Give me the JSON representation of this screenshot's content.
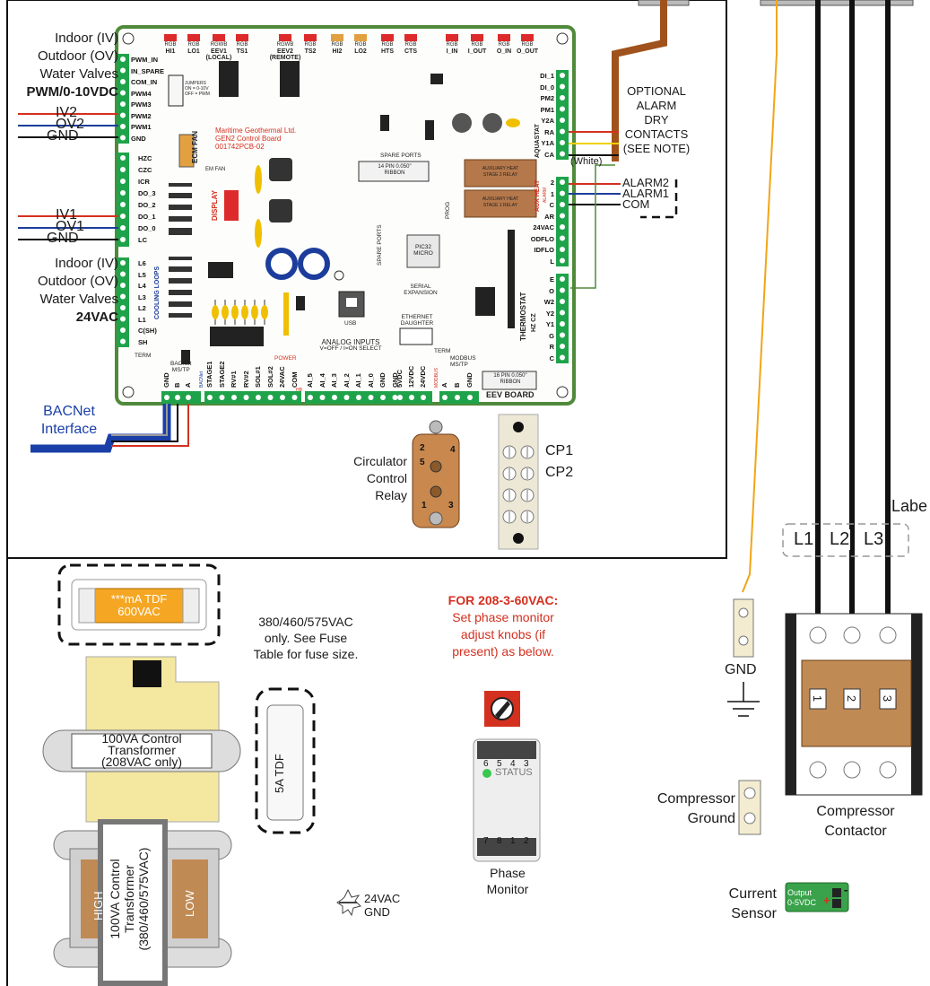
{
  "left_labels": {
    "iv_ov_pwm": [
      "Indoor (IV)",
      "Outdoor (OV)",
      "Water Valves",
      "PWM/0-10VDC"
    ],
    "iv2": "IV2",
    "ov2": "OV2",
    "gnd_a": "GND",
    "iv1": "IV1",
    "ov1": "OV1",
    "gnd_b": "GND",
    "iv_ov_24": [
      "Indoor (IV)",
      "Outdoor (OV)",
      "Water Valves",
      "24VAC"
    ],
    "bacnet": [
      "BACNet",
      "Interface"
    ]
  },
  "board": {
    "title": [
      "Maritime Geothermal Ltd.",
      "GEN2 Control Board",
      "001742PCB-02"
    ],
    "top_connectors": [
      {
        "code": "RGB",
        "name": "HI1"
      },
      {
        "code": "RGB",
        "name": "LO1"
      },
      {
        "code": "RGWB",
        "name": "EEV1",
        "sub": "(LOCAL)"
      },
      {
        "code": "RGB",
        "name": "TS1"
      },
      {
        "code": "RGWB",
        "name": "EEV2",
        "sub": "(REMOTE)"
      },
      {
        "code": "RGB",
        "name": "TS2"
      },
      {
        "code": "RGB",
        "name": "HI2"
      },
      {
        "code": "RGB",
        "name": "LO2"
      },
      {
        "code": "RGB",
        "name": "HTS"
      },
      {
        "code": "RGB",
        "name": "CTS"
      },
      {
        "code": "RGB",
        "name": "I_IN"
      },
      {
        "code": "RGB",
        "name": "I_OUT"
      },
      {
        "code": "RGB",
        "name": "O_IN"
      },
      {
        "code": "RGB",
        "name": "O_OUT"
      }
    ],
    "left_pins_top": [
      "PWM_IN",
      "IN_SPARE",
      "COM_IN",
      "PWM4",
      "PWM3",
      "PWM2",
      "PWM1",
      "GND"
    ],
    "left_pins_mid": [
      "HZC",
      "CZC",
      "ICR",
      "DO_3",
      "DO_2",
      "DO_1",
      "DO_0",
      "LC"
    ],
    "left_pins_low": [
      "L6",
      "L5",
      "L4",
      "L3",
      "L2",
      "L1",
      "C(SH)",
      "SH"
    ],
    "right_pins_top": [
      "DI_1",
      "DI_0",
      "PM2",
      "PM1",
      "Y2A",
      "RA",
      "Y1A",
      "CA"
    ],
    "right_pins_mid": [
      "2",
      "1",
      "C",
      "AR",
      "24VAC",
      "ODFLO",
      "IDFLO",
      "L"
    ],
    "right_pins_low": [
      "E",
      "O",
      "W2",
      "Y2",
      "Y1",
      "G",
      "R",
      "C"
    ],
    "bottom_pins_a": [
      "GND",
      "B",
      "A"
    ],
    "bottom_pins_b": [
      "STAGE1",
      "STAGE2",
      "RV#1",
      "RV#2",
      "SOL#1",
      "SOL#2",
      "24VAC",
      "COM"
    ],
    "bottom_pins_c": [
      "AI_5",
      "AI_4",
      "AI_3",
      "AI_2",
      "AI_1",
      "AI_0",
      "GND",
      "GND"
    ],
    "bottom_pins_d": [
      "5VDC",
      "12VDC",
      "24VDC"
    ],
    "bottom_pins_e": [
      "A",
      "B",
      "GND"
    ],
    "side_group_labels": {
      "aquastat": "AQUASTAT",
      "aux_heat": "AUX HEAT",
      "alarm": "ALARM",
      "thermostat": "THERMOSTAT",
      "hz_cz": "HZ CZ",
      "cooling_loops": "COOLING LOOPS"
    },
    "jumpers": [
      "JUMPERS",
      "ON = 0-10V",
      "OFF = PWM"
    ],
    "ecm_fan": "ECM FAN",
    "em_fan": "EM FAN",
    "display": "DISPLAY",
    "spare_ports_a": "SPARE PORTS",
    "ribbon_14": [
      "14 PIN 0.050\"",
      "RIBBON"
    ],
    "aux_relay_2": [
      "AUXILIARY HEAT",
      "STAGE 2 RELAY"
    ],
    "aux_relay_1": [
      "AUXILIARY HEAT",
      "STAGE 1 RELAY"
    ],
    "prog": "PROG",
    "spare_ports_b": "SPARE PORTS",
    "pic": [
      "PIC32",
      "MICRO"
    ],
    "serial": [
      "SERIAL",
      "EXPANSION"
    ],
    "ethernet": [
      "ETHERNET",
      "DAUGHTER"
    ],
    "usb": "USB",
    "analog": [
      "ANALOG INPUTS",
      "V=OFF / I=ON SELECT"
    ],
    "term_a": "TERM",
    "bacnet_ms": [
      "BACNet",
      "MS/TP"
    ],
    "term_b": "TERM",
    "modbus_ms": [
      "MODBUS",
      "MS/TP"
    ],
    "ribbon_16": [
      "16 PIN 0.050\"",
      "RIBBON"
    ],
    "eev_board": "EEV BOARD",
    "power": "POWER",
    "hb": "HB",
    "bacnet_side": "BACNet",
    "modbus_side": "MODBUS",
    "mini_labels": [
      "5",
      "1",
      "1",
      "6",
      "1",
      "1",
      "1"
    ]
  },
  "alarm_box": {
    "optional": [
      "OPTIONAL",
      "ALARM",
      "DRY",
      "CONTACTS",
      "(SEE NOTE)"
    ],
    "white": "(White)",
    "alarm2": "ALARM2",
    "alarm1": "ALARM1",
    "com": "COM"
  },
  "relay": {
    "label": [
      "Circulator",
      "Control",
      "Relay"
    ],
    "pins": [
      "2",
      "4",
      "5",
      "1",
      "3"
    ]
  },
  "terminal": {
    "cp1": "CP1",
    "cp2": "CP2"
  },
  "fuse_mA": [
    "***mA TDF",
    "600VAC"
  ],
  "fuse_note": [
    "380/460/575VAC",
    "only. See Fuse",
    "Table for fuse size."
  ],
  "fuse_5a": "5A TDF",
  "xfmr_208": [
    "100VA Control",
    "Transformer",
    "(208VAC only)"
  ],
  "xfmr_380": [
    "100VA Control",
    "Transformer",
    "(380/460/575VAC)"
  ],
  "xfmr_high": "HIGH",
  "xfmr_low": "LOW",
  "gnd_24": [
    "24VAC",
    "GND"
  ],
  "phase_note": [
    "FOR 208-3-60VAC:",
    "Set phase monitor",
    "adjust knobs (if",
    "present) as below."
  ],
  "phase_monitor": {
    "top_pins": [
      "6",
      "5",
      "4",
      "3"
    ],
    "status": "STATUS",
    "bottom_pins": [
      "7",
      "8",
      "1",
      "2"
    ],
    "label": [
      "Phase",
      "Monitor"
    ]
  },
  "right_side": {
    "label_cut": "Labe",
    "l1": "L1",
    "l2": "L2",
    "l3": "L3",
    "gnd": "GND",
    "comp_ground": [
      "Compressor",
      "Ground"
    ],
    "contactor": [
      "Compressor",
      "Contactor"
    ],
    "contactor_nums": [
      "1",
      "2",
      "3"
    ],
    "current_sensor": [
      "Current",
      "Sensor"
    ],
    "cs_output": [
      "Output",
      "0-5VDC"
    ],
    "cs_signs": [
      "-",
      "+"
    ]
  },
  "colors": {
    "board": "#ffffff",
    "board_border": "#4f8a3a",
    "terminal_green": "#1fa34a",
    "wire_red": "#d4301f",
    "wire_blue": "#1c3d9c",
    "wire_black": "#111111",
    "wire_orange": "#f2a516",
    "wire_brown": "#a0521c",
    "relay": "#c8884e",
    "fuse_gold": "#f5a623",
    "transformer_yellow": "#f4e7a0",
    "bacnet_blue": "#1a3fa8"
  }
}
